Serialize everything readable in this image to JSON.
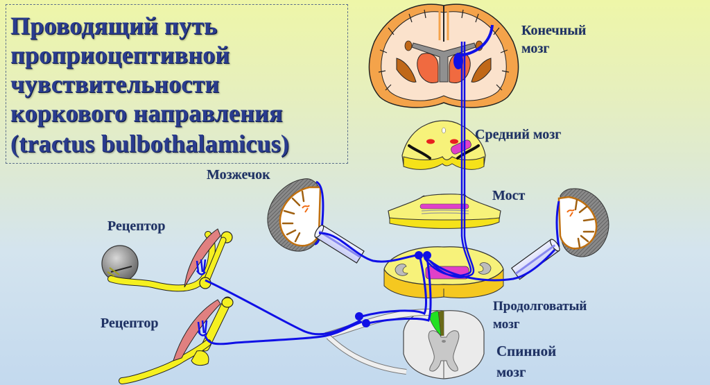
{
  "title": {
    "lines": [
      "Проводящий путь",
      "проприоцептивной",
      "чувствительности",
      "коркового направления",
      "(tractus bulbothalamicus)"
    ]
  },
  "labels": {
    "telencephalon": [
      "Конечный",
      "мозг"
    ],
    "midbrain": "Средний мозг",
    "cerebellum": "Мозжечок",
    "pons": "Мост",
    "receptor_upper": "Рецептор",
    "receptor_lower": "Рецептор",
    "medulla": [
      "Продолговатый",
      "мозг"
    ],
    "spinal_cord": [
      "Спинной",
      "мозг"
    ]
  },
  "colors": {
    "pathway": "#1010e6",
    "title_text": "#2a3c8e",
    "label_text": "#1f3264",
    "brainstem_yellow": "#f7f27a",
    "cortex_orange": "#f0a040",
    "nucleus_magenta": "#e040c8",
    "muscle_pink": "#e08080",
    "bone_yellow": "#f5f020",
    "gray_matter": "#c8c8c8",
    "fasciculus_green": "#22e022"
  }
}
